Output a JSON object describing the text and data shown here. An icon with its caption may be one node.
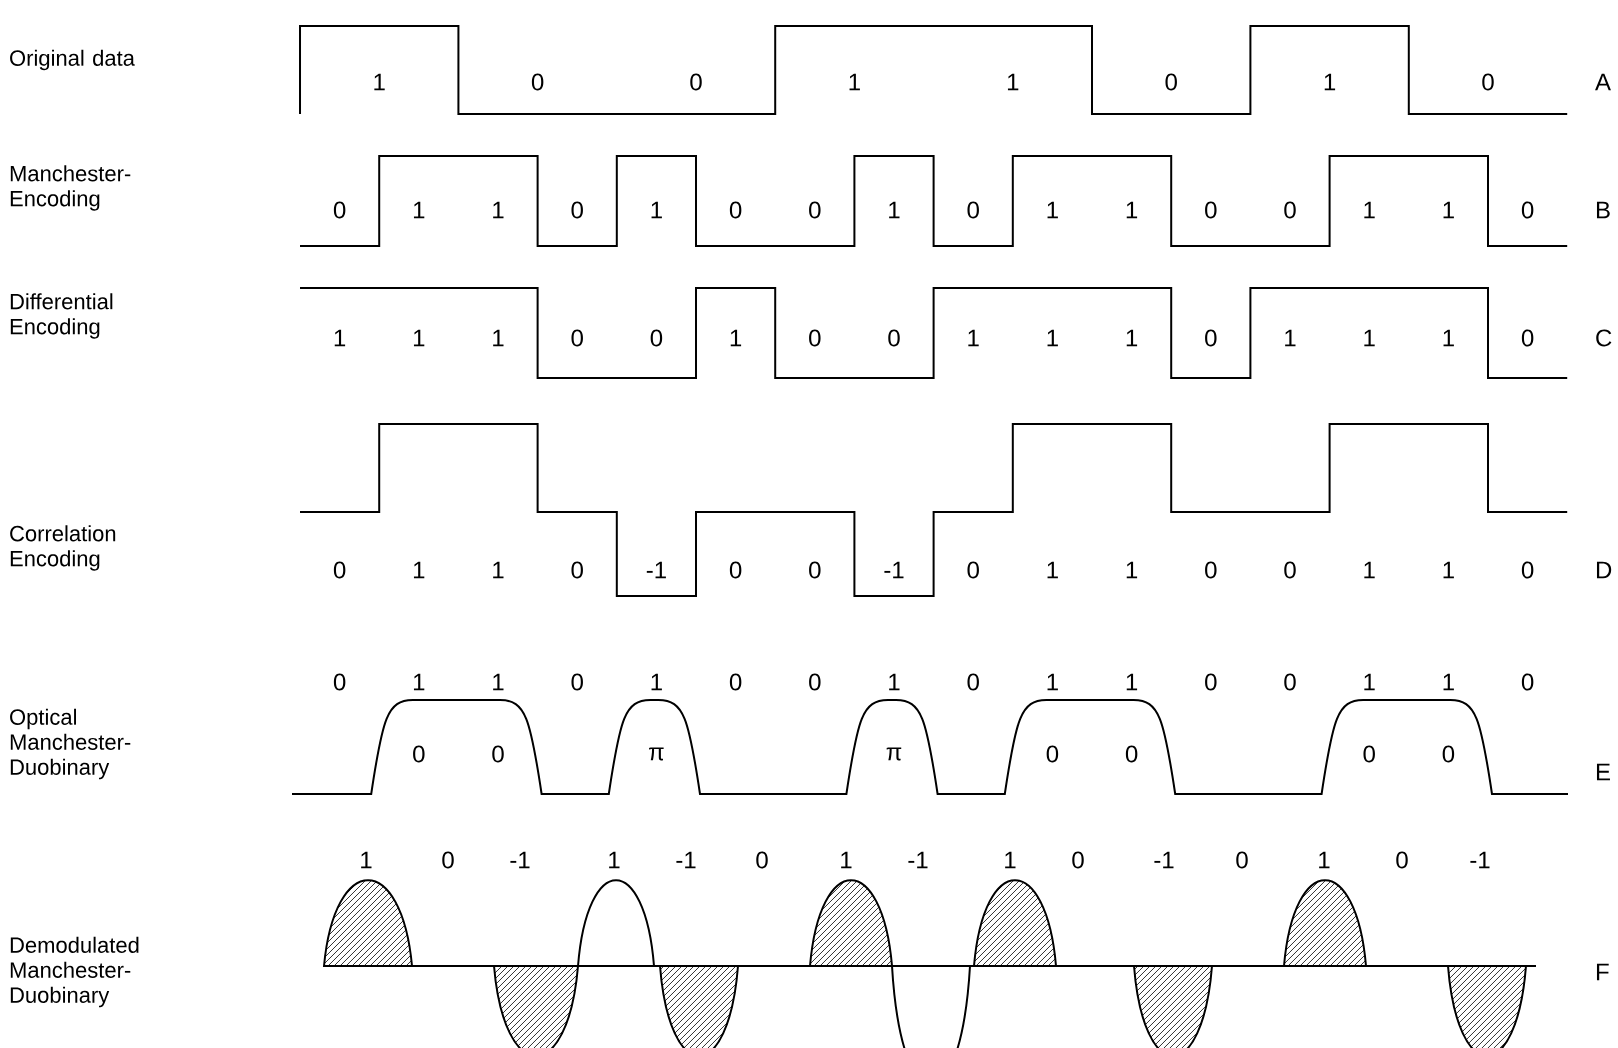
{
  "diagram": {
    "labels": [
      "Original data",
      "1",
      "0",
      "0",
      "1",
      "1",
      "0",
      "1",
      "0",
      "A",
      "Manchester-Encoding",
      "0",
      "1",
      "1",
      "0",
      "1",
      "0",
      "0",
      "1",
      "0",
      "1",
      "1",
      "0",
      "0",
      "1",
      "1",
      "0",
      "B",
      "Differential Encoding",
      "1",
      "1",
      "1",
      "0",
      "0",
      "1",
      "0",
      "0",
      "1",
      "1",
      "1",
      "0",
      "1",
      "1",
      "1",
      "0",
      "C",
      "Correlation Encoding",
      "0",
      "1",
      "1",
      "0",
      "-1",
      "0",
      "0",
      "-1",
      "0",
      "1",
      "1",
      "0",
      "0",
      "1",
      "1",
      "0",
      "D",
      "Optical Manchester-Duobinary",
      "0",
      "1",
      "1",
      "0",
      "1",
      "0",
      "0",
      "1",
      "0",
      "1",
      "1",
      "0",
      "0",
      "1",
      "1",
      "0",
      "0",
      "0",
      "π",
      "π",
      "0",
      "0",
      "0",
      "0",
      "E",
      "Demodulated Manchester-Duobinary",
      "1",
      "0",
      "-1",
      "1",
      "-1",
      "0",
      "1",
      "-1",
      "1",
      "0",
      "-1",
      "0",
      "1",
      "0",
      "-1",
      "F"
    ]
  }
}
